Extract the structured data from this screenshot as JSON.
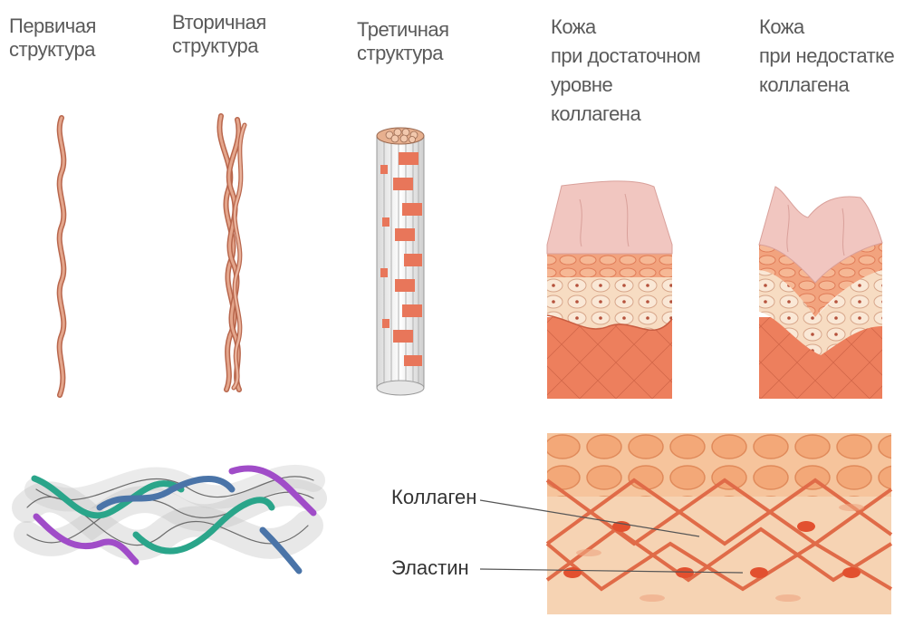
{
  "labels": {
    "primary": [
      "Первичая",
      "структура"
    ],
    "secondary": [
      "Вторичная",
      "структура"
    ],
    "tertiary": [
      "Третичная",
      "структура"
    ],
    "skin_enough": [
      "Кожа",
      "при достаточном",
      "уровне",
      "коллагена"
    ],
    "skin_lack": [
      "Кожа",
      "при недостатке",
      "коллагена"
    ]
  },
  "callouts": {
    "collagen": "Коллаген",
    "elastin": "Эластин"
  },
  "colors": {
    "fiber": "#d9957a",
    "fiber_dark": "#b8664c",
    "stripe": "#e8765a",
    "skin_top": "#f1c6c0",
    "skin_mid": "#f4d6b8",
    "dermis": "#ec7e5c",
    "helix_green": "#2aa58a",
    "helix_blue": "#4a74a8",
    "helix_purple": "#a04cc8"
  }
}
